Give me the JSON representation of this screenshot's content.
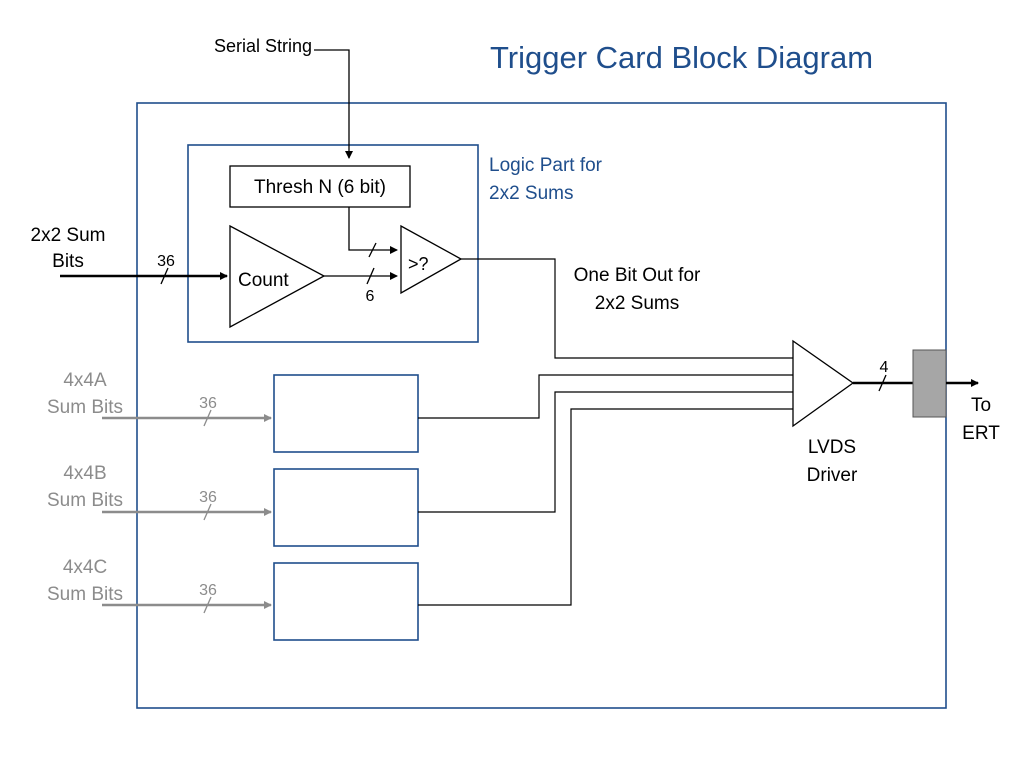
{
  "title": "Trigger Card Block Diagram",
  "serial_string": "Serial String",
  "logic_part": {
    "line1": "Logic Part for",
    "line2": "2x2 Sums"
  },
  "thresh_box": "Thresh N (6 bit)",
  "count": "Count",
  "comparator": ">?",
  "input_2x2": {
    "line1": "2x2 Sum",
    "line2": "Bits",
    "bus_width": "36"
  },
  "count_bus_width": "6",
  "one_bit_out": {
    "line1": "One Bit Out for",
    "line2": "2x2 Sums"
  },
  "inputs_4x4": [
    {
      "line1": "4x4A",
      "line2": "Sum Bits",
      "bus_width": "36"
    },
    {
      "line1": "4x4B",
      "line2": "Sum Bits",
      "bus_width": "36"
    },
    {
      "line1": "4x4C",
      "line2": "Sum Bits",
      "bus_width": "36"
    }
  ],
  "lvds_driver": {
    "line1": "LVDS",
    "line2": "Driver"
  },
  "output_bus_width": "4",
  "output": {
    "line1": "To",
    "line2": "ERT"
  },
  "colors": {
    "frame": "#1f4e8c",
    "title": "#1f4e8c",
    "wire": "#000000",
    "gray_wire": "#8c8c8c",
    "connector": "#a6a6a6"
  }
}
